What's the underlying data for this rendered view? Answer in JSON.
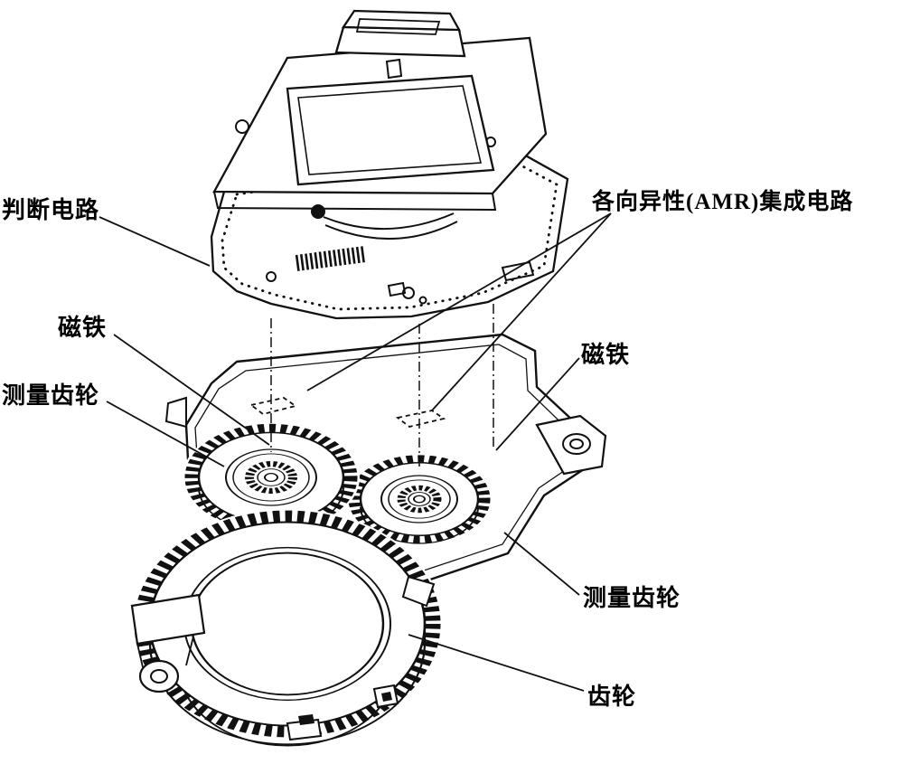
{
  "diagram": {
    "kind": "exploded-view line drawing"
  },
  "labels": {
    "judgment_circuit": "判断电路",
    "amr_ic": "各向异性(AMR)集成电路",
    "magnet_left": "磁铁",
    "magnet_right": "磁铁",
    "measuring_gear_left": "测量齿轮",
    "measuring_gear_right": "测量齿轮",
    "gear": "齿轮"
  },
  "colors": {
    "line": "#111111",
    "background": "#ffffff"
  }
}
